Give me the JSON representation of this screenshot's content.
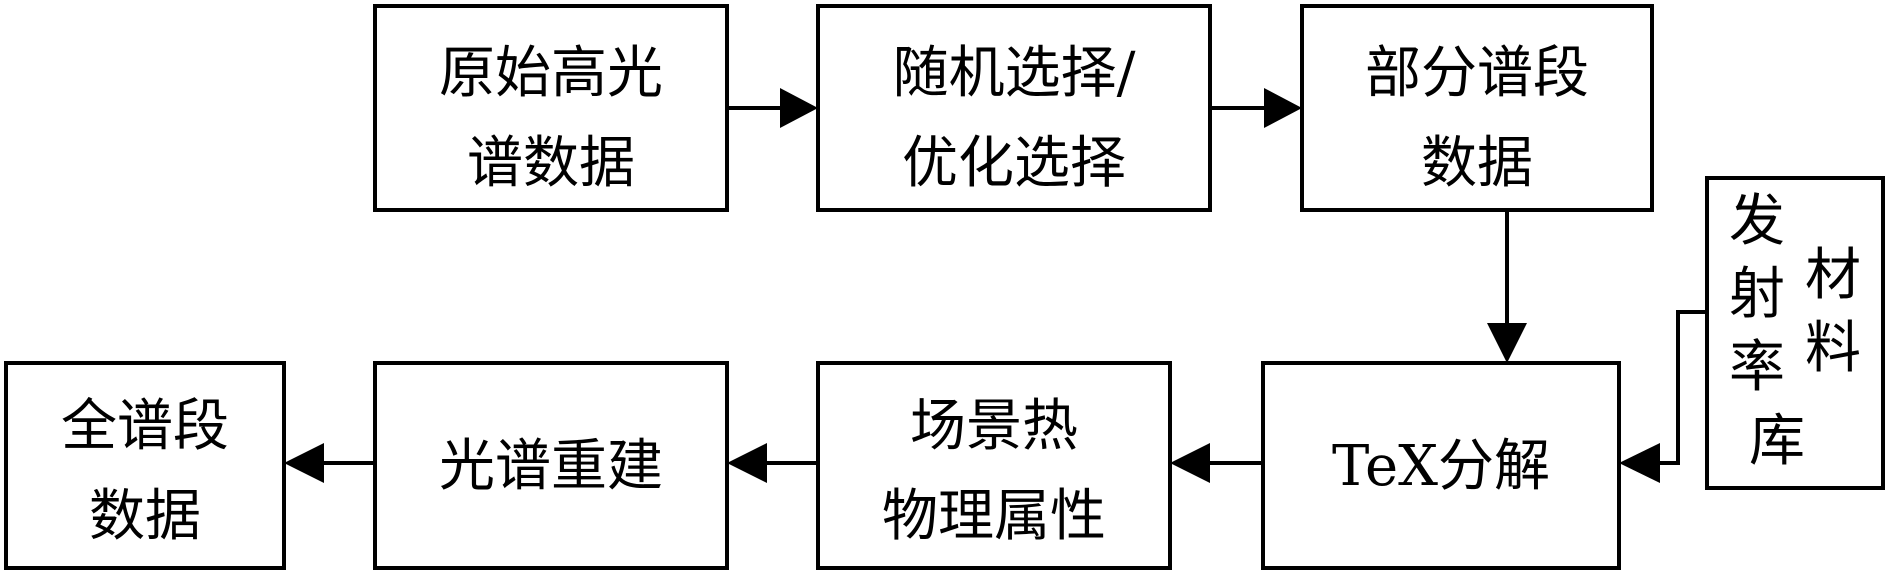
{
  "nodes": {
    "raw_data": {
      "lines": [
        "原始高光",
        "谱数据"
      ]
    },
    "band_selection": {
      "lines": [
        "随机选择/",
        "优化选择"
      ]
    },
    "partial_band_data": {
      "lines": [
        "部分谱段",
        "数据"
      ]
    },
    "emissivity_library": {
      "lines": [
        "发",
        "射",
        "率",
        "材",
        "料",
        "库"
      ]
    },
    "tex_decomposition": {
      "lines": [
        "TeX分解"
      ]
    },
    "scene_properties": {
      "lines": [
        "场景热",
        "物理属性"
      ]
    },
    "spectral_reconstruction": {
      "lines": [
        "光谱重建"
      ]
    },
    "full_band_data": {
      "lines": [
        "全谱段",
        "数据"
      ]
    }
  }
}
